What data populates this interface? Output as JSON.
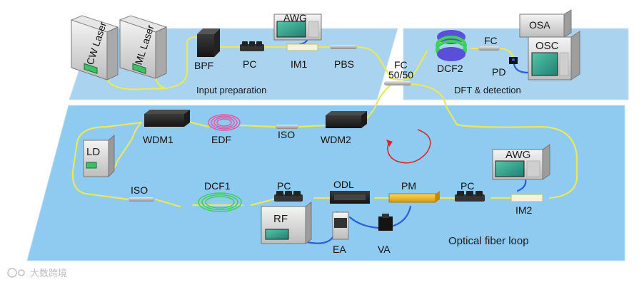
{
  "regions": {
    "input": "Input preparation",
    "dft": "DFT & detection",
    "loop": "Optical fiber loop"
  },
  "devices": {
    "cw_laser": "CW Laser",
    "ml_laser": "ML Laser",
    "bpf": "BPF",
    "pc_input": "PC",
    "awg_top": "AWG",
    "im1": "IM1",
    "pbs": "PBS",
    "fc_main_line1": "FC",
    "fc_main_line2": "50/50",
    "dcf2": "DCF2",
    "fc_dft": "FC",
    "osa": "OSA",
    "osc": "OSC",
    "pd": "PD",
    "ld": "LD",
    "wdm1": "WDM1",
    "edf": "EDF",
    "iso_top": "ISO",
    "wdm2": "WDM2",
    "awg_loop": "AWG",
    "im2": "IM2",
    "pc_loop_right": "PC",
    "pm": "PM",
    "odl": "ODL",
    "pc_loop_left": "PC",
    "rf": "RF",
    "dcf1": "DCF1",
    "iso_bottom": "ISO",
    "ea": "EA",
    "va": "VA"
  },
  "watermark": "大数跨境",
  "colors": {
    "panel_blue": "#a9d3ee",
    "loop_blue": "#8fcbf0",
    "fiber_yellow": "#e8e85a",
    "cable_blue": "#2b5fd9",
    "edf_pink": "#e05aa8",
    "dcf_green": "#3fd05a",
    "pm_gold": "#f0b81c",
    "arrow_red": "#e0202a"
  }
}
